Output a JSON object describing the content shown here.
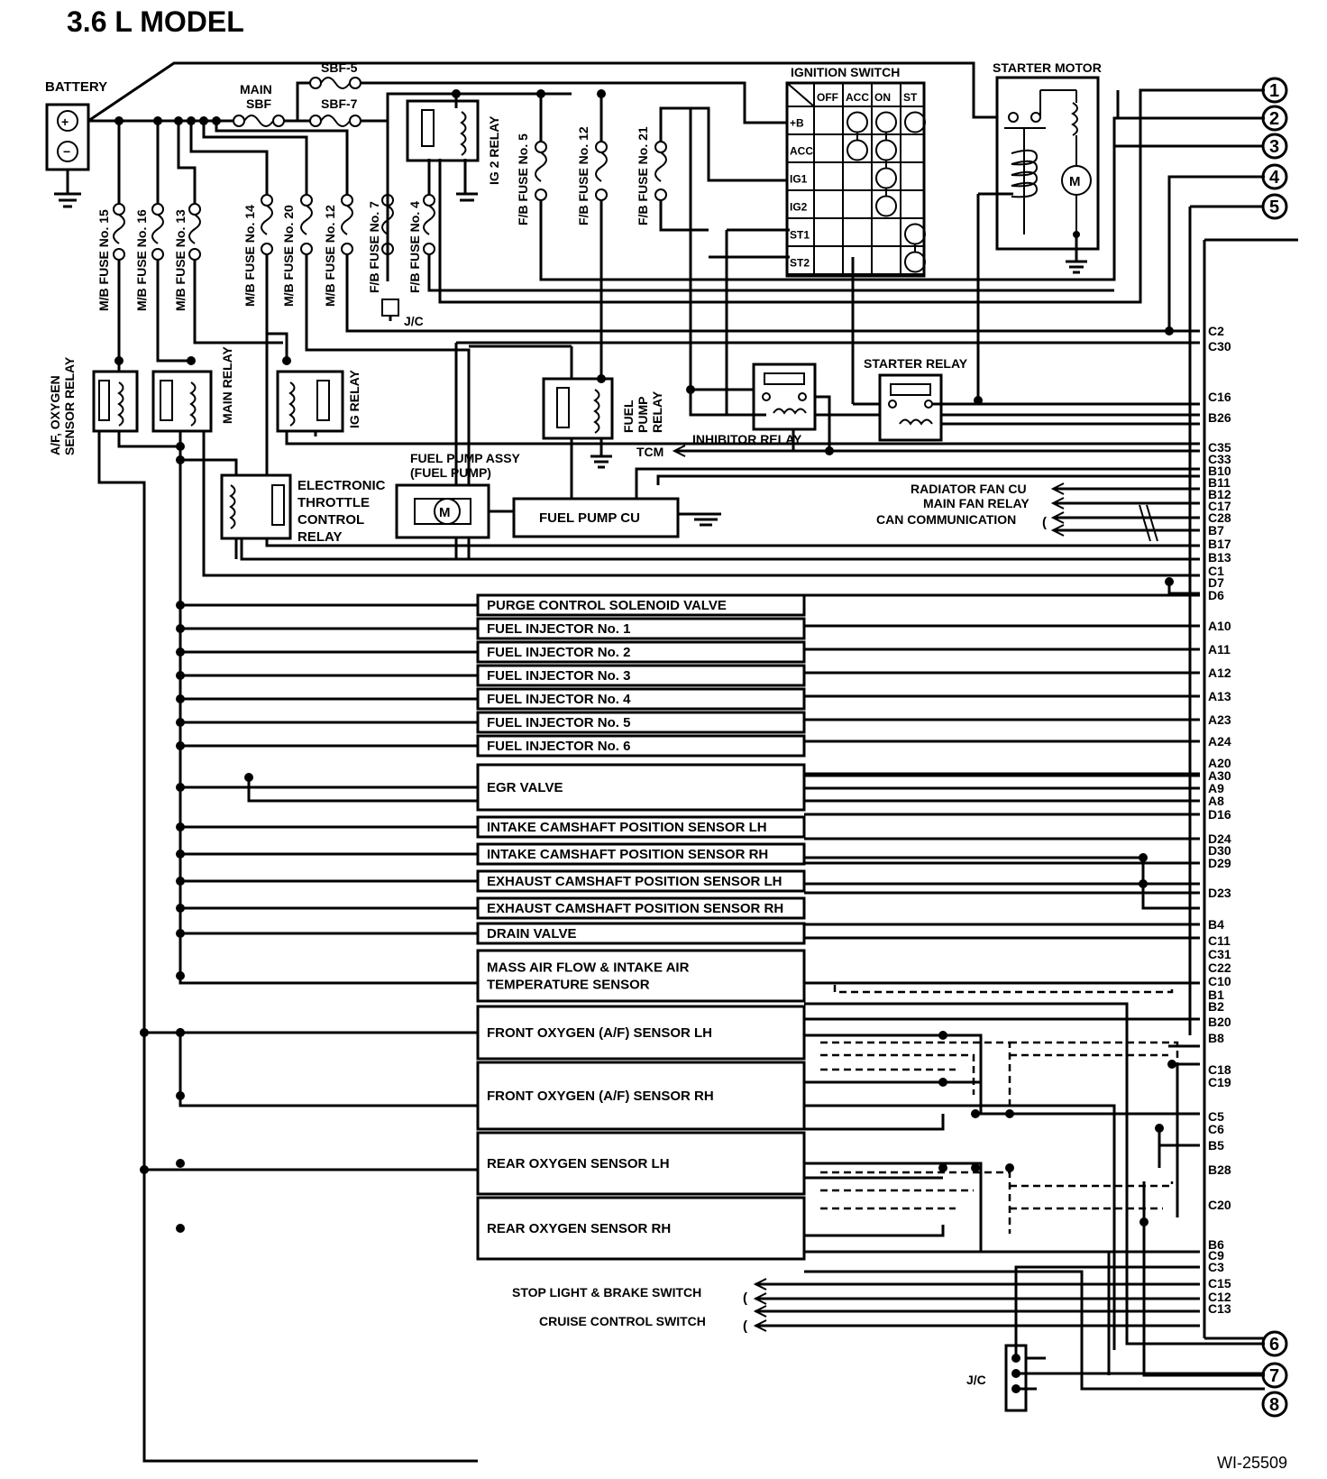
{
  "title": "3.6 L MODEL",
  "reference_code": "WI-25509",
  "power": {
    "battery": "BATTERY",
    "main_sbf": "MAIN\nSBF",
    "sbf5": "SBF-5",
    "sbf7": "SBF-7"
  },
  "fuses": {
    "mb15": "M/B FUSE No. 15",
    "mb16": "M/B FUSE No. 16",
    "mb13": "M/B FUSE No. 13",
    "mb14": "M/B FUSE No. 14",
    "mb20": "M/B FUSE No. 20",
    "mb12": "M/B FUSE No. 12",
    "fb7": "F/B FUSE No. 7",
    "fb4": "F/B FUSE No. 4",
    "fb5": "F/B FUSE No. 5",
    "fb12": "F/B FUSE No. 12",
    "fb21": "F/B FUSE No. 21"
  },
  "relays": {
    "ig2": "IG 2 RELAY",
    "af_oxygen": "A/F, OXYGEN SENSOR RELAY",
    "main": "MAIN RELAY",
    "ig": "IG RELAY",
    "fuel_pump": "FUEL PUMP RELAY",
    "inhibitor": "INHIBITOR RELAY",
    "starter": "STARTER RELAY",
    "etc": "ELECTRONIC\nTHROTTLE\nCONTROL\nRELAY"
  },
  "ignition_switch": {
    "title": "IGNITION SWITCH",
    "columns": [
      "OFF",
      "ACC",
      "ON",
      "ST"
    ],
    "rows": [
      "+B",
      "ACC",
      "IG1",
      "IG2",
      "ST1",
      "ST2"
    ],
    "connections": [
      [
        false,
        true,
        true,
        true
      ],
      [
        false,
        true,
        true,
        false
      ],
      [
        false,
        false,
        true,
        false
      ],
      [
        false,
        false,
        true,
        false
      ],
      [
        false,
        false,
        false,
        true
      ],
      [
        false,
        false,
        false,
        true
      ]
    ]
  },
  "starter_motor": "STARTER MOTOR",
  "fuel_pump_assy": "FUEL PUMP ASSY\n(FUEL PUMP)",
  "fuel_pump_cu": "FUEL PUMP CU",
  "jc": "J/C",
  "tcm": "TCM",
  "external": {
    "radiator_fan_cu": "RADIATOR FAN CU",
    "main_fan_relay": "MAIN FAN RELAY",
    "can_communication": "CAN COMMUNICATION",
    "stop_light": "STOP LIGHT & BRAKE SWITCH",
    "cruise_control": "CRUISE CONTROL SWITCH"
  },
  "components": [
    {
      "label": "PURGE CONTROL SOLENOID VALVE"
    },
    {
      "label": "FUEL INJECTOR No. 1"
    },
    {
      "label": "FUEL INJECTOR No. 2"
    },
    {
      "label": "FUEL INJECTOR No. 3"
    },
    {
      "label": "FUEL INJECTOR No. 4"
    },
    {
      "label": "FUEL INJECTOR No. 5"
    },
    {
      "label": "FUEL INJECTOR No. 6"
    },
    {
      "label": "EGR VALVE"
    },
    {
      "label": "INTAKE CAMSHAFT POSITION SENSOR LH"
    },
    {
      "label": "INTAKE CAMSHAFT POSITION SENSOR RH"
    },
    {
      "label": "EXHAUST CAMSHAFT POSITION SENSOR LH"
    },
    {
      "label": "EXHAUST CAMSHAFT POSITION SENSOR RH"
    },
    {
      "label": "DRAIN VALVE"
    },
    {
      "label": "MASS AIR FLOW & INTAKE AIR\nTEMPERATURE SENSOR"
    },
    {
      "label": "FRONT OXYGEN (A/F) SENSOR LH"
    },
    {
      "label": "FRONT OXYGEN (A/F) SENSOR RH"
    },
    {
      "label": "REAR OXYGEN SENSOR LH"
    },
    {
      "label": "REAR OXYGEN SENSOR RH"
    }
  ],
  "ecm_pins": [
    "C2",
    "C30",
    "C16",
    "B26",
    "C35",
    "C33",
    "B10",
    "B11",
    "B12",
    "C17",
    "C28",
    "B7",
    "B17",
    "B13",
    "C1",
    "D7",
    "D6",
    "A10",
    "A11",
    "A12",
    "A13",
    "A23",
    "A24",
    "A20",
    "A30",
    "A9",
    "A8",
    "D16",
    "D24",
    "D30",
    "D29",
    "D23",
    "B4",
    "C11",
    "C31",
    "C22",
    "C10",
    "B1",
    "B2",
    "B20",
    "B8",
    "C18",
    "C19",
    "C5",
    "C6",
    "B5",
    "B28",
    "C20",
    "B6",
    "C9",
    "C3",
    "C15",
    "C12",
    "C13"
  ],
  "connectors": [
    "1",
    "2",
    "3",
    "4",
    "5",
    "6",
    "7",
    "8"
  ]
}
